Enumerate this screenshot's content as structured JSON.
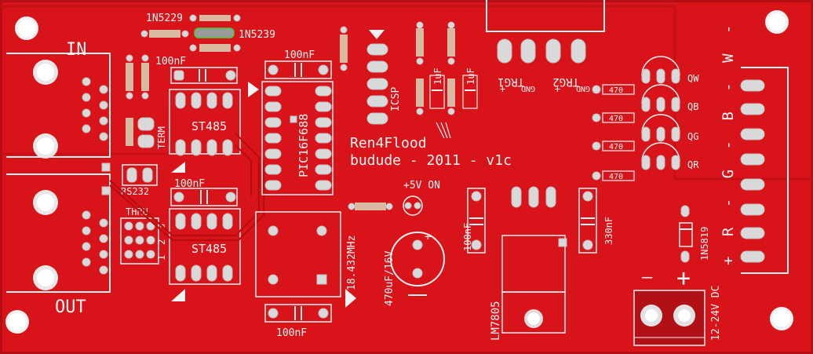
{
  "colors": {
    "board": "#d8141a",
    "board_dark": "#b40f14",
    "silkscreen": "#f4f4f4",
    "pad": "#d9d9d9",
    "background": "#6e6f73"
  },
  "labels": {
    "in": "IN",
    "out": "OUT",
    "d1": "1N5229",
    "d2": "1N5239",
    "cap_100nf": "100nF",
    "term": "TERM",
    "rs232": "RS232",
    "thru": "THRU",
    "chip1": "ST485",
    "chip2": "ST485",
    "pic": "PIC16F688",
    "icsp": "ICSP",
    "cap_1uf": "1uF",
    "trg1": "TRG1",
    "trg2": "TRG2",
    "gnd": "GND",
    "plus": "+",
    "ren": "Ren4Flood",
    "budude": "budude - 2011 - v1c",
    "led": "+5V ON",
    "crystal": "18.432MHz",
    "elcap": "470uF/16V",
    "reg": "LM7805",
    "cap_330": "330nF",
    "res_470": "470",
    "qw": "QW",
    "qb": "QB",
    "qg": "QG",
    "qr": "QR",
    "diode_1n5819": "1N5819",
    "rgbw": "+ R - G - B - W -",
    "dc": "12-24V DC",
    "dc_minus": "—",
    "dc_plus": "+",
    "n1": "1",
    "n2": "2",
    "n3": "3"
  }
}
